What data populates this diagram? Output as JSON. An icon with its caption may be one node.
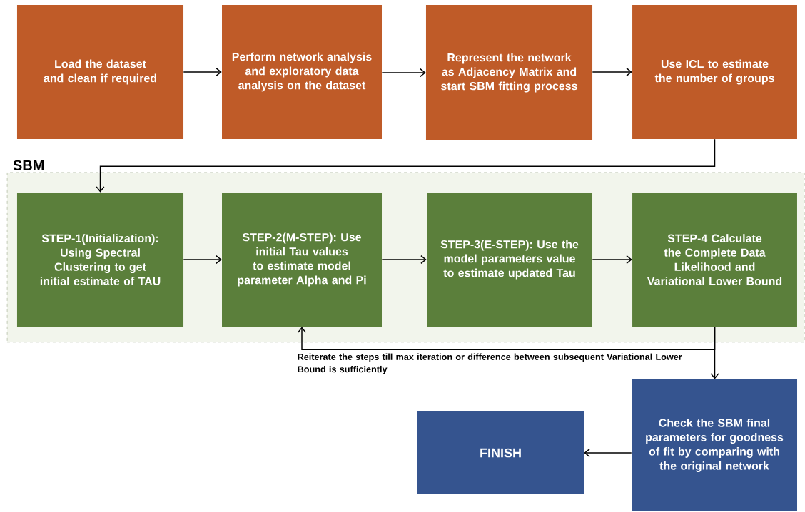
{
  "diagram": {
    "nodes": [
      {
        "text": [
          "Load the dataset and clean if required"
        ]
      },
      {
        "text": [
          "Perform network analysis and exploratory data analysis on the dataset"
        ]
      },
      {
        "text": [
          "Represent the network as Adjacency Matrix and start SBM fitting process"
        ]
      },
      {
        "text": [
          "Use ICL to estimate the number of groups"
        ]
      },
      {
        "text": [
          "SBM"
        ]
      },
      {
        "text": [
          "STEP-1(Initialization): Using Spectral Clustering to get initial estimate of TAU"
        ],
        "in": 4
      },
      {
        "text": [
          "STEP-2(M-STEP): Use initial Tau values to estimate model parameter Alpha and Pi"
        ],
        "in": 4
      },
      {
        "text": [
          "STEP-3(E-STEP): Use the model parameters value to estimate updated Tau"
        ],
        "in": 4
      },
      {
        "text": [
          "STEP-4 Calculate the Complete Data Likelihood and Variational Lower Bound"
        ],
        "in": 4
      },
      {
        "text": [
          "Check the SBM final parameters for goodness of fit by comparing with the original network"
        ]
      },
      {
        "text": [
          "FINISH"
        ]
      }
    ],
    "edges": [
      {
        "from": 0,
        "to": 1,
        "arrow": "to"
      },
      {
        "from": 1,
        "to": 2,
        "arrow": "to"
      },
      {
        "from": 2,
        "to": 3,
        "arrow": "to"
      },
      {
        "from": 3,
        "to": 5,
        "arrow": "to"
      },
      {
        "from": 5,
        "to": 6,
        "arrow": "to"
      },
      {
        "from": 6,
        "to": 7,
        "arrow": "to"
      },
      {
        "from": 7,
        "to": 8,
        "arrow": "to"
      },
      {
        "from": 8,
        "to": 6,
        "arrow": "to",
        "label": "Reiterate the steps till max iteration or difference between subsequent Variational Lower Bound is sufficiently"
      },
      {
        "from": 8,
        "to": 9,
        "arrow": "to"
      },
      {
        "from": 9,
        "to": 10,
        "arrow": "to"
      }
    ]
  }
}
